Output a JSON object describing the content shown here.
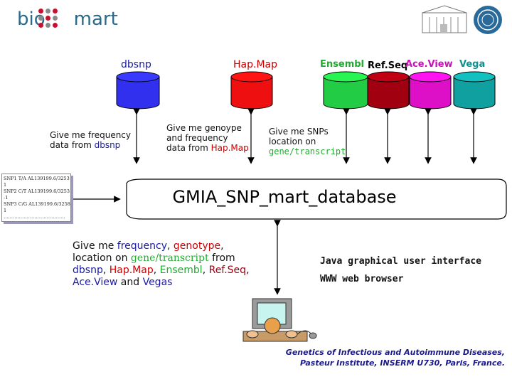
{
  "logo": {
    "brand": "bio",
    "brand_suffix": "mart"
  },
  "columns": {
    "dbsnp": "dbsnp",
    "hapmap": "Hap.Map",
    "ensembl": "Ensembl",
    "refseq": "Ref.Seq",
    "aceview": "Ace.View",
    "vega": "Vega"
  },
  "colors": {
    "dbsnp": "#3030ee",
    "hapmap": "#ee1010",
    "ensembl": "#22cc44",
    "refseq": "#a00010",
    "aceview": "#dd10c8",
    "vega": "#10a0a0",
    "title_blue": "#1a1aa0",
    "red_accent": "#cc0000"
  },
  "queries": {
    "q1": {
      "line1": "Give me frequency",
      "line2_prefix": "data from ",
      "line2_source": "dbsnp"
    },
    "q2": {
      "line1": "Give me  genoype",
      "line2": "and frequency",
      "line3_prefix": "data from ",
      "line3_source": "Hap.Map"
    },
    "q3": {
      "line1": "Give me SNPs",
      "line2": "location on",
      "line3": "gene/transcript"
    }
  },
  "database": {
    "name": "GMIA_SNP_mart_database"
  },
  "document": {
    "lines": [
      "SNP1 T/A AL139199.6/3253  1",
      "SNP2 C/T AL139199.6/3253 -1",
      "SNP3 C/G AL139199.6/3258  1",
      "…………………………………."
    ]
  },
  "big_query": {
    "p1": "Give me ",
    "frequency": "frequency",
    "comma1": ", ",
    "genotype": "genotype",
    "comma2": ",",
    "p2": "location on ",
    "gene": "gene/transcript",
    "p3": " from",
    "dbsnp": "dbsnp",
    "c3": ", ",
    "hapmap": "Hap.Map",
    "c4": ", ",
    "ensembl": "Ensembl",
    "c5": ", ",
    "refseq": "Ref.Seq",
    "c6": ",",
    "aceview": "Ace.View",
    "and": " and ",
    "vegas": "Vegas"
  },
  "interface": {
    "gui": "Java graphical user interface",
    "web": "WWW web browser"
  },
  "credit": {
    "line1": "Genetics of Infectious and Autoimmune Diseases,",
    "line2": "Pasteur Institute, INSERM U730, Paris, France."
  }
}
